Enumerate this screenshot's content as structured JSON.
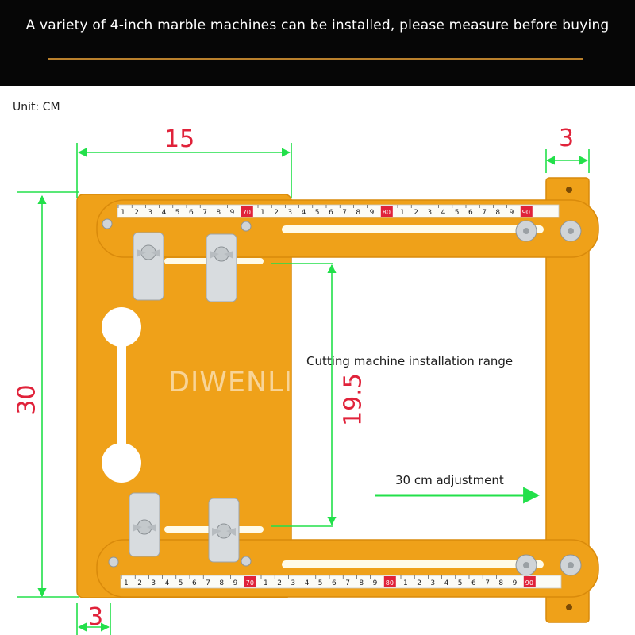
{
  "banner": {
    "text": "A variety of 4-inch marble machines can be installed, please measure before buying"
  },
  "unit_label": "Unit: CM",
  "dimensions": {
    "width_top": "15",
    "width_right_top": "3",
    "height_left": "30",
    "height_inner": "19.5",
    "width_bottom_left": "3"
  },
  "labels": {
    "installation_range": "Cutting machine installation range",
    "adjustment": "30 cm adjustment"
  },
  "watermark": "DIWENLIANG",
  "ruler": {
    "numbers": [
      "1",
      "2",
      "3",
      "4",
      "5",
      "6",
      "7",
      "8",
      "9"
    ],
    "tens": [
      "70",
      "80",
      "90"
    ]
  },
  "colors": {
    "plate": "#efa119",
    "plate_edge": "#d98a0b",
    "dimension_green": "#22e04a",
    "dimension_red": "#e0223a",
    "ruler_red": "#e0223a"
  }
}
